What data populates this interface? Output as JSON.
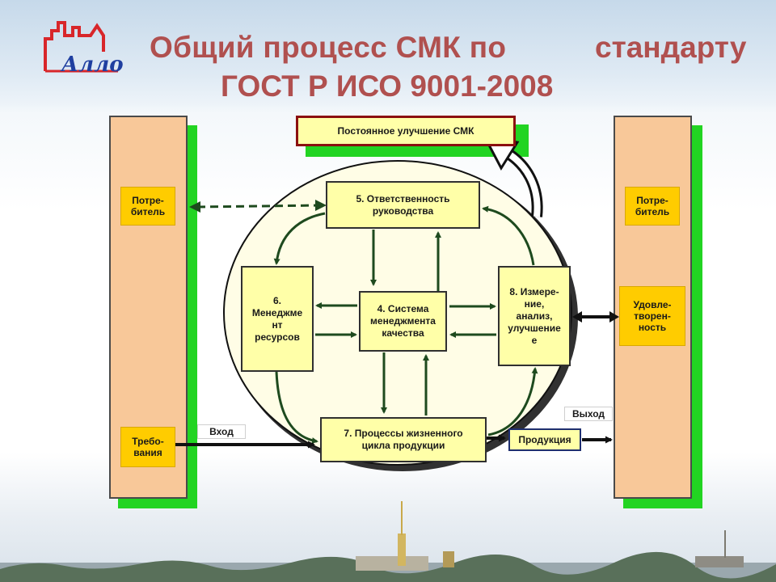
{
  "title": {
    "line1_part1": "Общий процесс СМК по",
    "line1_part2": "стандарту",
    "line2": "ГОСТ Р ИСО 9001-2008"
  },
  "logo": {
    "text": "Алло"
  },
  "diagram": {
    "improvement": "Постоянное улучшение СМК",
    "left_customer": "Потре-\nбитель",
    "requirements": "Требо-\nвания",
    "right_customer": "Потре-\nбитель",
    "satisfaction": "Удовле-\nтворен-\nность",
    "input_label": "Вход",
    "output_label": "Выход",
    "product": "Продукция",
    "box5": "5. Ответственность\nруководства",
    "box6": "6.\nМенеджме\nнт\nресурсов",
    "box4": "4. Система\nменеджмента\nкачества",
    "box8": "8. Измере-\nние,\nанализ,\nулучшение\nе",
    "box7": "7. Процессы жизненного\nцикла продукции"
  },
  "colors": {
    "title": "#b0504f",
    "side_panel": "#f8c899",
    "side_shadow": "#22d422",
    "yellow_label": "#ffcc00",
    "process_box": "#ffffa8",
    "arrow_green": "#1e4a1e",
    "improvement_border": "#8b1010"
  }
}
